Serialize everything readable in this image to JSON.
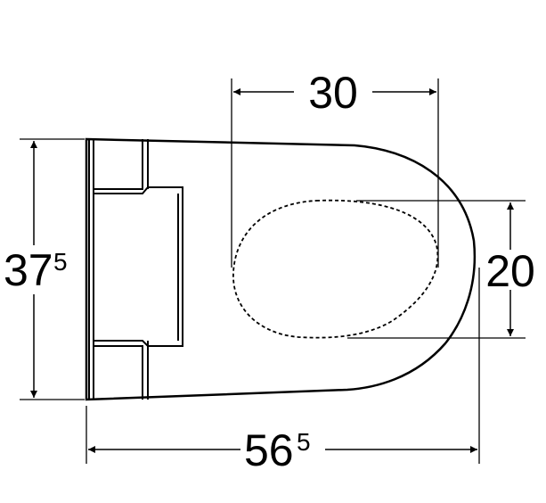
{
  "dimensions": {
    "top_width": {
      "value": "30"
    },
    "depth": {
      "value": "20"
    },
    "height": {
      "main": "37",
      "superscript": "5"
    },
    "length": {
      "main": "56",
      "superscript": "5"
    }
  },
  "colors": {
    "stroke": "#000000",
    "background": "#ffffff"
  }
}
